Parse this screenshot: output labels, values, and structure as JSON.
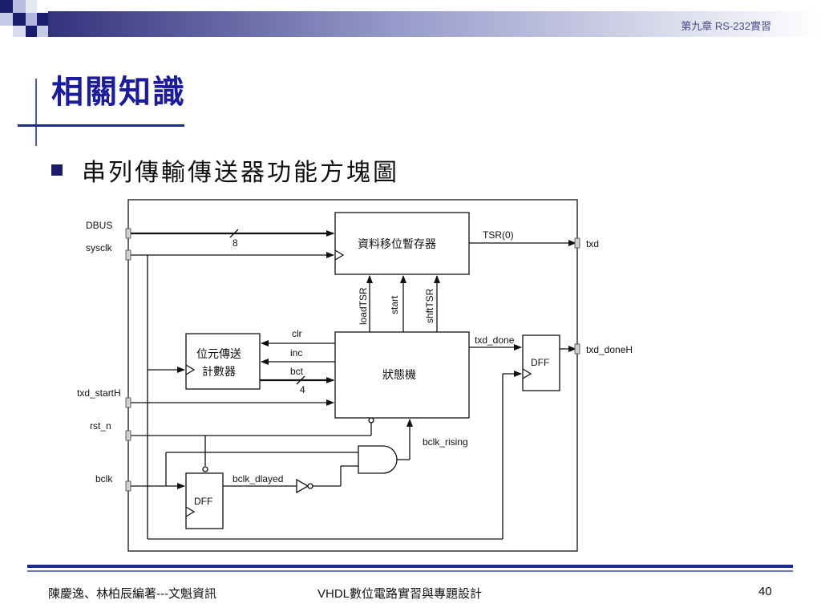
{
  "header": {
    "chapter_label": "第九章  RS-232實習",
    "title": "相關知識"
  },
  "bullet": {
    "text": "串列傳輸傳送器功能方塊圖"
  },
  "diagram": {
    "inputs": {
      "dbus": "DBUS",
      "sysclk": "sysclk",
      "txd_starth": "txd_startH",
      "rst_n": "rst_n",
      "bclk": "bclk"
    },
    "outputs": {
      "txd": "txd",
      "txd_doneh": "txd_doneH"
    },
    "blocks": {
      "shift_register": "資料移位暫存器",
      "bit_counter_line1": "位元傳送",
      "bit_counter_line2": "計數器",
      "state_machine": "狀態機",
      "dff_top": "DFF",
      "dff_bottom": "DFF"
    },
    "signals": {
      "bus_width": "8",
      "tsr0": "TSR(0)",
      "loadtsr": "loadTSR",
      "start": "start",
      "shfttsr": "shftTSR",
      "clr": "clr",
      "inc": "inc",
      "bct": "bct",
      "bct_width": "4",
      "txd_done": "txd_done",
      "bclk_rising": "bclk_rising",
      "bclk_dlayed": "bclk_dlayed"
    }
  },
  "footer": {
    "left": "陳慶逸、林柏辰編著---文魁資訊",
    "center": "VHDL數位電路實習與專題設計",
    "page_number": "40"
  },
  "colors": {
    "title": "#1c1ca0",
    "accent": "#1c2a8a",
    "header_gradient_start": "#1c1c6e",
    "header_gradient_end": "#ffffff"
  }
}
